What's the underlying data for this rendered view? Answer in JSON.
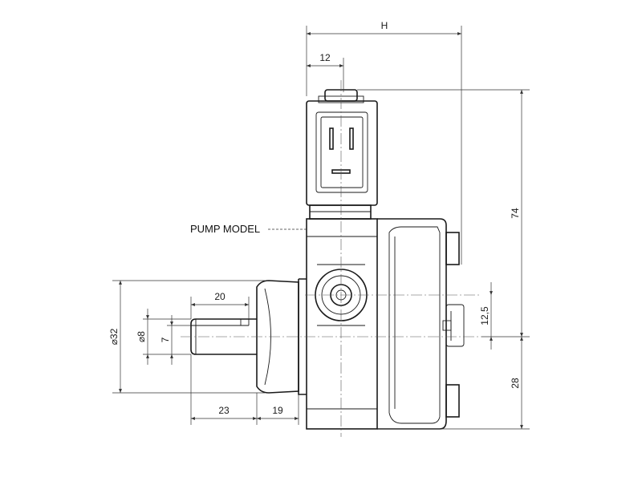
{
  "labels": {
    "pump_model": "PUMP MODEL"
  },
  "dimensions": {
    "h": "H",
    "d12": "12",
    "d74": "74",
    "d12_5": "12,5",
    "d28": "28",
    "d32": "⌀32",
    "d8": "⌀8",
    "d7": "7",
    "d20": "20",
    "d23": "23",
    "d19": "19"
  },
  "colors": {
    "line": "#1a1a1a",
    "background": "#ffffff"
  }
}
